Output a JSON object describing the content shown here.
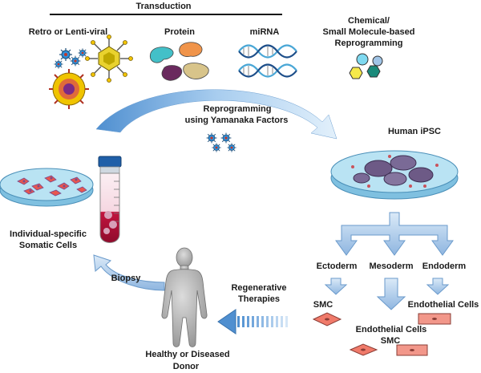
{
  "header": {
    "transduction": "Transduction"
  },
  "methods": {
    "viral": "Retro or Lenti-viral",
    "protein": "Protein",
    "mirna": "miRNA",
    "chemical_line1": "Chemical/",
    "chemical_line2": "Small Molecule-based",
    "chemical_line3": "Reprogramming"
  },
  "reprogramming": {
    "line1": "Reprogramming",
    "line2": "using Yamanaka Factors"
  },
  "ipsc": {
    "label": "Human iPSC"
  },
  "somatic": {
    "line1": "Individual-specific",
    "line2": "Somatic Cells"
  },
  "germ_layers": {
    "ectoderm": "Ectoderm",
    "mesoderm": "Mesoderm",
    "endoderm": "Endoderm"
  },
  "derived": {
    "smc_ecto": "SMC",
    "endothelial_endo": "Endothelial Cells",
    "endothelial_meso": "Endothelial Cells",
    "smc_meso": "SMC"
  },
  "therapy": {
    "line1": "Regenerative",
    "line2": "Therapies"
  },
  "biopsy": {
    "label": "Biopsy"
  },
  "donor": {
    "line1": "Healthy or Diseased",
    "line2": "Donor"
  },
  "colors": {
    "arrow_blue": "#9fc3e8",
    "dish_blue": "#a9d7ea",
    "cell_red": "#e8574f",
    "cell_purple": "#7a4a8c",
    "body_gray": "#a8a8a8"
  }
}
